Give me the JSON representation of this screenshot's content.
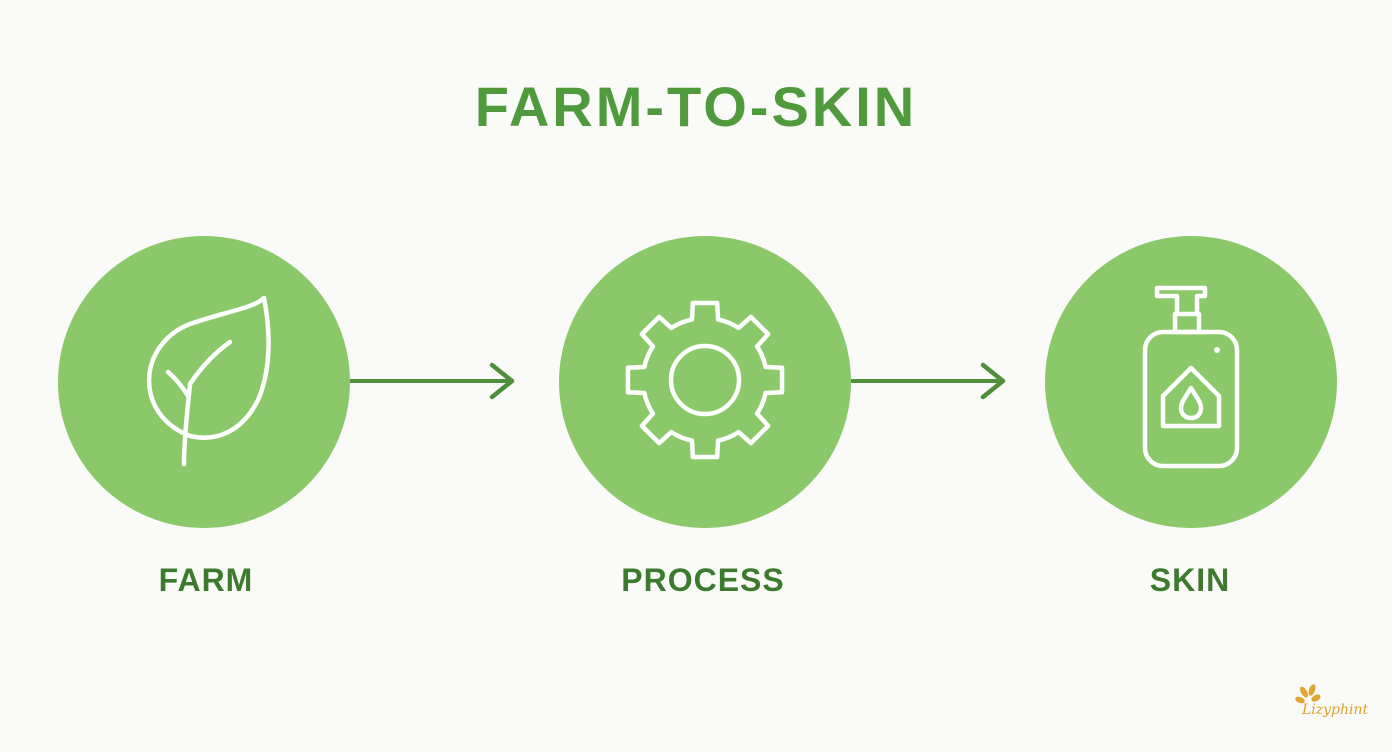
{
  "title": "FARM-TO-SKIN",
  "steps": [
    {
      "label": "FARM",
      "icon": "leaf-icon"
    },
    {
      "label": "PROCESS",
      "icon": "gear-icon"
    },
    {
      "label": "SKIN",
      "icon": "pump-bottle-icon"
    }
  ],
  "watermark": {
    "text": "Lizyphint"
  },
  "colors": {
    "background": "#fafbf8",
    "circle": "#8ac86a",
    "title": "#4f9a3c",
    "label": "#3d7a30",
    "arrow": "#4f8f3a",
    "icon_stroke": "#ffffff",
    "watermark": "#d9a130"
  }
}
